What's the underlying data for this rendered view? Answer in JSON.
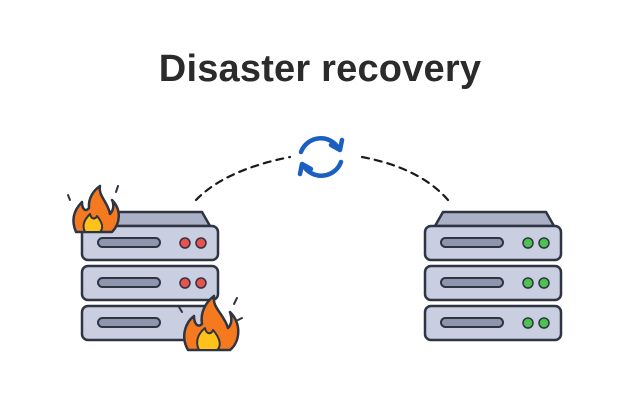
{
  "title": "Disaster recovery",
  "icons": {
    "sync": "sync-arrows-icon",
    "fire": "fire-icon",
    "server": "server-rack-icon"
  },
  "servers": {
    "failed": {
      "status": "on-fire",
      "led_color": "#e8524a",
      "units": 3
    },
    "recovery": {
      "status": "healthy",
      "led_color": "#4cc24f",
      "units": 3
    }
  },
  "colors": {
    "sync_arrows": "#1b5fc1",
    "server_body": "#c9cfe0",
    "server_top": "#aab0c6",
    "outline": "#2f3442",
    "flame_outer": "#f57a1f",
    "flame_inner": "#ffc21a",
    "connector": "#1a1a1a"
  }
}
